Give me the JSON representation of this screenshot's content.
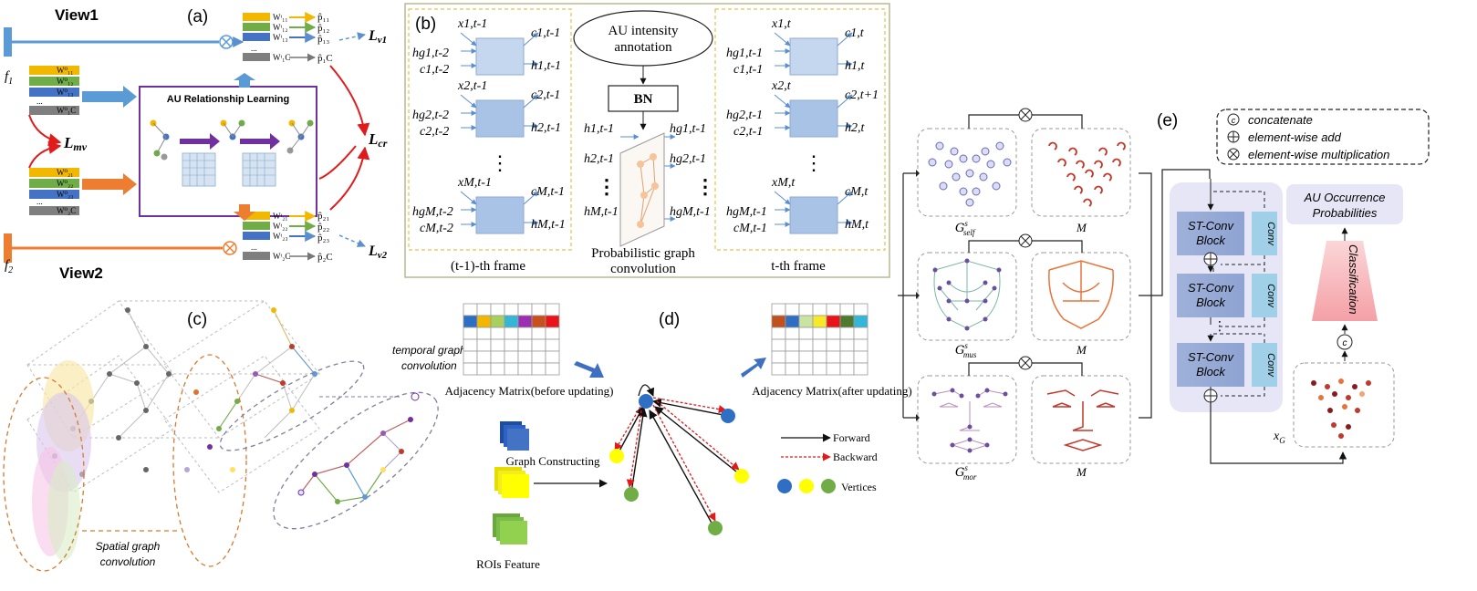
{
  "panel_a": {
    "label": "(a)",
    "view1": "View1",
    "view2": "View2",
    "f1": "f",
    "f1_sub": "1",
    "f2": "f",
    "f2_sub": "2",
    "relationship_title": "AU Relationship Learning",
    "loss_mv": "L",
    "loss_mv_sub": "mv",
    "loss_cr": "L",
    "loss_cr_sub": "cr",
    "loss_v1": "L",
    "loss_v1_sub": "v1",
    "loss_v2": "L",
    "loss_v2_sub": "v2",
    "w0_view1": [
      "W⁰₁₁",
      "W⁰₁₂",
      "W⁰₁₃",
      "...",
      "W⁰₁C"
    ],
    "w0_view2": [
      "W⁰₂₁",
      "W⁰₂₂",
      "W⁰₂₃",
      "...",
      "W⁰₂C"
    ],
    "wt_view1": [
      "Wᵗ₁₁",
      "Wᵗ₁₂",
      "Wᵗ₁₃",
      "...",
      "Wᵗ₁C"
    ],
    "wt_view2": [
      "Wᵗ₂₁",
      "Wᵗ₂₂",
      "Wᵗ₂₃",
      "...",
      "Wᵗ₂C"
    ],
    "p_view1": [
      "p̂₁₁",
      "p̂₁₂",
      "p̂₁₃",
      "p̂₁C"
    ],
    "p_view2": [
      "p̂₂₁",
      "p̂₂₂",
      "p̂₂₃",
      "p̂₂C"
    ]
  },
  "panel_b": {
    "label": "(b)",
    "au_annotation_line1": "AU intensity",
    "au_annotation_line2": "annotation",
    "bn": "BN",
    "frame_prev": "(t-1)-th frame",
    "frame_cur": "t-th frame",
    "pgc_line1": "Probabilistic graph",
    "pgc_line2": "convolution",
    "left_x": [
      "x1,t-1",
      "x2,t-1",
      "xM,t-1"
    ],
    "left_c_out": [
      "c1,t-1",
      "c2,t-1",
      "cM,t-1"
    ],
    "left_h_out": [
      "h1,t-1",
      "h2,t-1",
      "hM,t-1"
    ],
    "left_hg_in": [
      "hg1,t-2",
      "hg2,t-2",
      "hgM,t-2"
    ],
    "left_c_in": [
      "c1,t-2",
      "c2,t-2",
      "cM,t-2"
    ],
    "mid_h": [
      "h1,t-1",
      "h2,t-1",
      "hM,t-1"
    ],
    "mid_hg": [
      "hg1,t-1",
      "hg2,t-1",
      "hgM,t-1"
    ],
    "right_x": [
      "x1,t",
      "x2,t",
      "xM,t"
    ],
    "right_c_out": [
      "c1,t",
      "c2,t+1",
      "cM,t"
    ],
    "right_h_out": [
      "h1,t",
      "h2,t",
      "hM,t"
    ],
    "right_hg_in": [
      "hg1,t-1",
      "hg2,t-1",
      "hgM,t-1"
    ],
    "right_c_in": [
      "c1,t-1",
      "c2,t-1",
      "cM,t-1"
    ]
  },
  "panel_c": {
    "label": "(c)",
    "temporal_line1": "temporal graph",
    "temporal_line2": "convolution",
    "spatial_line1": "Spatial graph",
    "spatial_line2": "convolution"
  },
  "panel_d": {
    "label": "(d)",
    "adj_before": "Adjacency Matrix(before updating)",
    "adj_after": "Adjacency Matrix(after updating)",
    "graph_constructing": "Graph Constructing",
    "rois_feature": "ROIs Feature",
    "legend_forward": "Forward",
    "legend_backward": "Backward",
    "legend_vertices": "Vertices",
    "row_colors_before": [
      "#2e6fc4",
      "#f2b800",
      "#a8d060",
      "#34b6d8",
      "#9b2fb2",
      "#c8501c",
      "#e8141a"
    ],
    "row_colors_after": [
      "#c0501c",
      "#2e6fc4",
      "#c8e4a0",
      "#f7e92a",
      "#e8141a",
      "#4e7a30",
      "#34b6d8"
    ]
  },
  "panel_e": {
    "label": "(e)",
    "legend_concat": "concatenate",
    "legend_add": "element-wise add",
    "legend_mult": "element-wise multiplication",
    "g_self": "G",
    "g_self_sup": "s",
    "g_self_sub": "self",
    "g_mus": "G",
    "g_mus_sup": "s",
    "g_mus_sub": "mus",
    "g_mor": "G",
    "g_mor_sup": "s",
    "g_mor_sub": "mor",
    "m_label": "M",
    "st_conv_line1": "ST-Conv",
    "st_conv_line2": "Block",
    "conv": "Conv",
    "vdots": "⋮",
    "output_line1": "AU Occurrence",
    "output_line2": "Probabilities",
    "classification": "Classification",
    "x_g": "x",
    "x_g_sub": "G",
    "concat_symbol": "c"
  }
}
